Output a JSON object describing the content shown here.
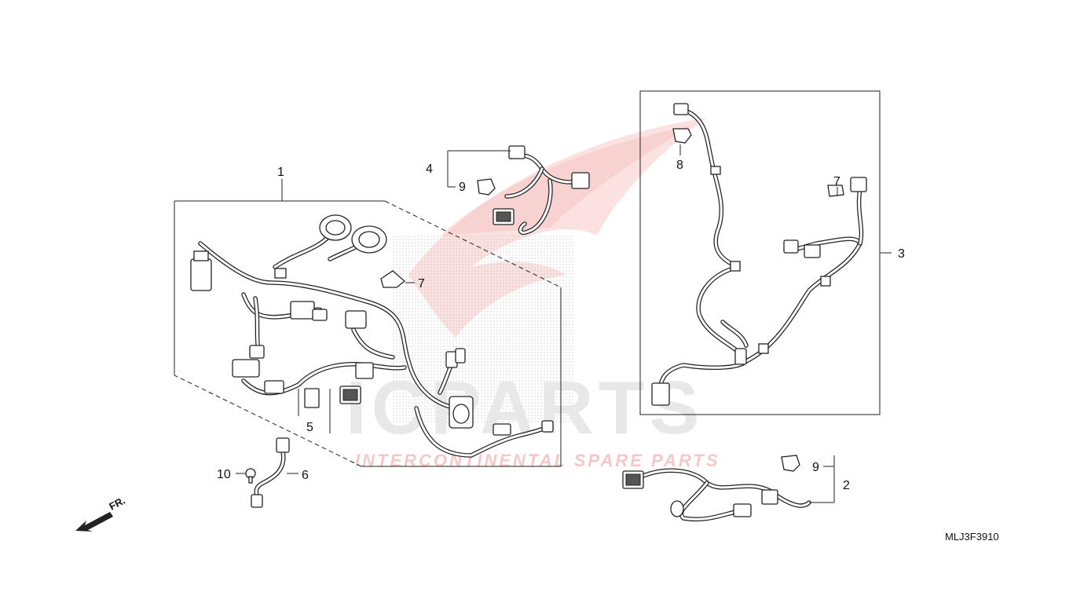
{
  "diagram_code": "MLJ3F3910",
  "direction_label": "FR.",
  "watermark": {
    "brand": "ICPARTS",
    "tagline": "INTERCONTINENTAL SPARE PARTS",
    "color": "#e8413c"
  },
  "callouts": {
    "c1": "1",
    "c2": "2",
    "c3": "3",
    "c4": "4",
    "c5": "5",
    "c6": "6",
    "c7a": "7",
    "c7b": "7",
    "c8": "8",
    "c9a": "9",
    "c9b": "9",
    "c10": "10"
  }
}
